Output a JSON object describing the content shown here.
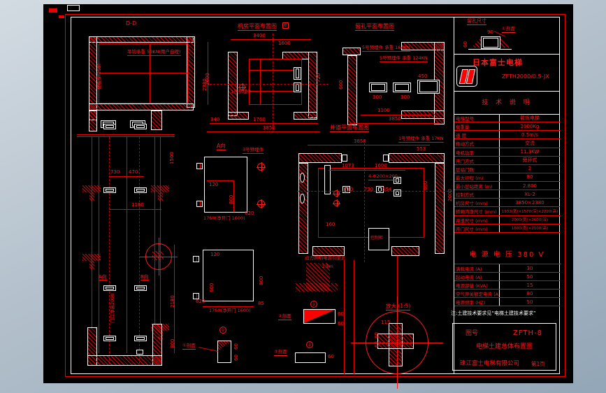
{
  "page": {
    "type": "cad-elevator-civil-drawing"
  },
  "colors": {
    "line": "#ff0000",
    "outline": "#ffffff",
    "paper": "#000000",
    "desktop": "#a9b8c6"
  },
  "titles": {
    "dd": "D-D",
    "machine_room_plan": "机房平面布置图",
    "hole_plan": "留孔平面布置图",
    "shaft_plan": "井道平面布置图",
    "view_a": "A向",
    "view_b": "B向",
    "enlarged": "放大 (1:5)",
    "hole_size": "留孔尺寸",
    "section1": "①剖面",
    "section2": "②剖面",
    "section3": "③剖面",
    "num1": "①",
    "num2": "②",
    "num3": "③",
    "mark_b": "B"
  },
  "ann": {
    "hook": "吊钩承重 50KN(用户自理)",
    "slab": "楼板厚(250)",
    "emb1": "1号预埋件",
    "emb3": "3号预埋件",
    "emb5a": "5号预埋件 承重 164KN",
    "emb5b": "5号预埋件 承重 124KN",
    "emb1_load": "1号预埋件 承重 17KN",
    "holes": "4-Φ200×200",
    "cabinet": "控制柜",
    "power_note": "动力照明电源引至此",
    "power_h": "1.5m",
    "door_clear": "1760(净开门 1600)",
    "door_h": "门口净高2000"
  },
  "dims": {
    "d60": "60",
    "d85": "85",
    "d90": "90",
    "d115": "115",
    "d120": "120",
    "d160": "160",
    "d300": "300",
    "d340": "340",
    "d450": "450",
    "d470": "470",
    "d553": "553",
    "d554": "554",
    "d600": "600",
    "d620": "620",
    "d720": "720",
    "d730": "730",
    "d800": "800",
    "d1073": "1073",
    "d1100": "1100",
    "d1160": "1160",
    "d1500": "1500",
    "d1600": "1600",
    "d1760": "1760",
    "d2000": "2000",
    "d2180": "2180",
    "d2380": "2380",
    "d2600": "2600",
    "d3400": "3400",
    "d3850": "3850"
  },
  "title_block": {
    "brand": "日本富士电梯",
    "model": "ZFTH2000/0.5-JX",
    "tech_header": "技 术 说 明",
    "spec_rows": [
      {
        "label": "电梯型号",
        "value": "载货电梯"
      },
      {
        "label": "载重量",
        "value": "2000Kg"
      },
      {
        "label": "速 度",
        "value": "0.5m/s"
      },
      {
        "label": "拖动方式",
        "value": "交流"
      },
      {
        "label": "电机功率",
        "value": "11.3KW"
      },
      {
        "label": "开门方式",
        "value": "旁开式"
      },
      {
        "label": "层站门数",
        "value": "2"
      },
      {
        "label": "最大行程 (m)",
        "value": "80"
      },
      {
        "label": "最小层站距离 (m)",
        "value": "2.800"
      },
      {
        "label": "控制方式",
        "value": "XL-2"
      },
      {
        "label": "机房尺寸 (mm)",
        "value": "3850×2380"
      },
      {
        "label": "轿厢内净尺寸 (mm)",
        "value": "1932(宽)×1570(深)×2220(高)"
      },
      {
        "label": "井道尺寸 (mm)",
        "value": "2000(宽)×2600(深)"
      },
      {
        "label": "开门尺寸 (mm)",
        "value": "1600(宽)×2100(高)"
      }
    ],
    "power_banner": "电 源 电 压 380 V",
    "power_rows": [
      {
        "label": "满载电流 (A)",
        "value": "30"
      },
      {
        "label": "起动电流 (A)",
        "value": "50"
      },
      {
        "label": "电源容量 (KVA)",
        "value": "15"
      },
      {
        "label": "空气开关额定电流 (A)",
        "value": "80"
      },
      {
        "label": "电源频率 (HZ)",
        "value": "50"
      }
    ],
    "note": "注:土建技术要求见“电梯土建技术要求”",
    "no_label": "图号",
    "drawing_no": "ZFTH-8",
    "drawing_title": "电梯土建总体布置图",
    "company": "珠江富士电梯有限公司",
    "page_no": "第1页"
  }
}
